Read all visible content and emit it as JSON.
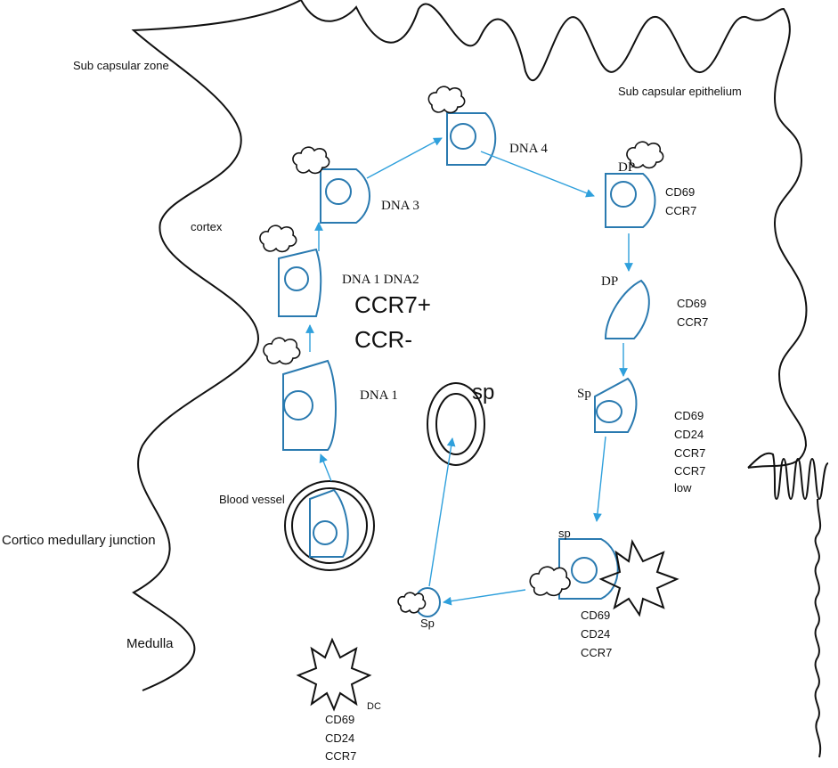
{
  "zones": {
    "subcapsular_zone": "Sub capsular zone",
    "subcapsular_epithelium": "Sub  capsular  epithelium",
    "cortex": "cortex",
    "cortico_medullary_junction": "Cortico medullary junction",
    "medulla": "Medulla"
  },
  "stages": {
    "dna4": "DNA 4",
    "dna3": "DNA 3",
    "dna1_dna2": "DNA 1 DNA2",
    "dna1": "DNA 1",
    "ccr7_plus": "CCR7+",
    "ccr_minus": "CCR-",
    "dp_top": "DP",
    "dp_mid": "DP",
    "sp_mid": "Sp",
    "sp_large": "sp",
    "sp_lower": "sp",
    "sp_bottom": "Sp",
    "blood_vessel": "Blood vessel",
    "dc": "DC"
  },
  "markers": {
    "dp_top": [
      "CD69",
      "CCR7"
    ],
    "dp_mid": [
      "CD69",
      "CCR7"
    ],
    "sp_mid": [
      "CD69",
      "CD24",
      "CCR7",
      "CCR7",
      "low"
    ],
    "sp_lower": [
      "CD69",
      "CD24",
      "CCR7"
    ],
    "dc": [
      "CD69",
      "CD24",
      "CCR7"
    ]
  },
  "colors": {
    "cell_stroke": "#2a7ab0",
    "arrow": "#2fa0dc",
    "outline": "#111111"
  }
}
